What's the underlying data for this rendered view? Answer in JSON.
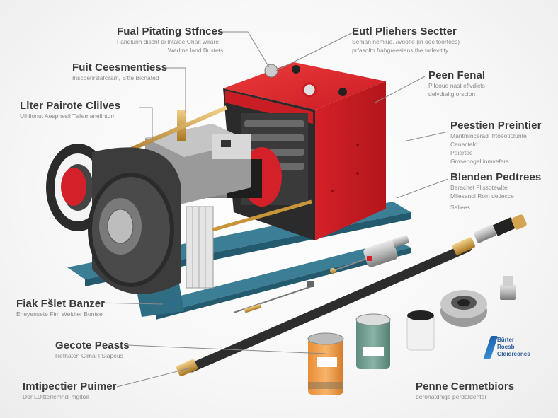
{
  "labels": {
    "fual_pitating": {
      "title": "Fual Pitating Stfnces",
      "lines": [
        "Fandlurin discht di lntaloe Chait wirare",
        "Wedtne land Bustets"
      ]
    },
    "fuit_ceesmentiess": {
      "title": "Fuit Ceesmentiess",
      "lines": [
        "Inscberirslafcilam, S'tte Bicnated"
      ]
    },
    "liter_pairote": {
      "title": "Llter Pairote Clilves",
      "lines": [
        "Uihlionut Aesphesil Tallemanelihtom"
      ]
    },
    "eutl_pliehers": {
      "title": "Eutl Pliehers Sectter",
      "lines": [
        "Seman nemlue. /ivoofio (in oec toortocs)",
        "prfasolto frahgreesians the tatlevitity"
      ]
    },
    "peen_fenal": {
      "title": "Peen Fenal",
      "lines": [
        "Pilooue nast eflvdicts",
        "delvdtaltg orscion"
      ]
    },
    "peestien_preintier": {
      "title": "Peestien Preintier",
      "lines": [
        "Mantmincerad Ifrtoeotitzunfe",
        "Canacteld",
        "Paiertee",
        "Gmsenogel inmvefers"
      ]
    },
    "blenden_pedtrees": {
      "title": "Blenden Pedtrees",
      "lines": [
        "Berachet Flissotewlte",
        "Mllesanol Roin detlecce",
        "Saliees"
      ]
    },
    "fiak_felet": {
      "title": "Fiak Fšlet Banzer",
      "lines": [
        "Eneyensete Fim Weidter Bontse"
      ]
    },
    "gecote_peasts": {
      "title": "Gecote Peasts",
      "lines": [
        "Rethaten Cimal l Slapeus"
      ]
    },
    "intipectier": {
      "title": "Imtipectier Puimer",
      "lines": [
        "Der LDitterlemndi mgltoil"
      ]
    },
    "penne_cermetbiors": {
      "title": "Penne Cermetbiors",
      "lines": [
        "deronatdnige perdatdenter"
      ]
    }
  },
  "logo": {
    "lines": [
      "Bürter",
      "Rocsb",
      "Gldioreones"
    ]
  },
  "colors": {
    "housing_red": "#d9232b",
    "frame_blue": "#2e6f86",
    "hose_black": "#2d2d2d",
    "brass": "#c9953a",
    "can_orange": "#f0a04a",
    "can_teal": "#6f9e92"
  }
}
